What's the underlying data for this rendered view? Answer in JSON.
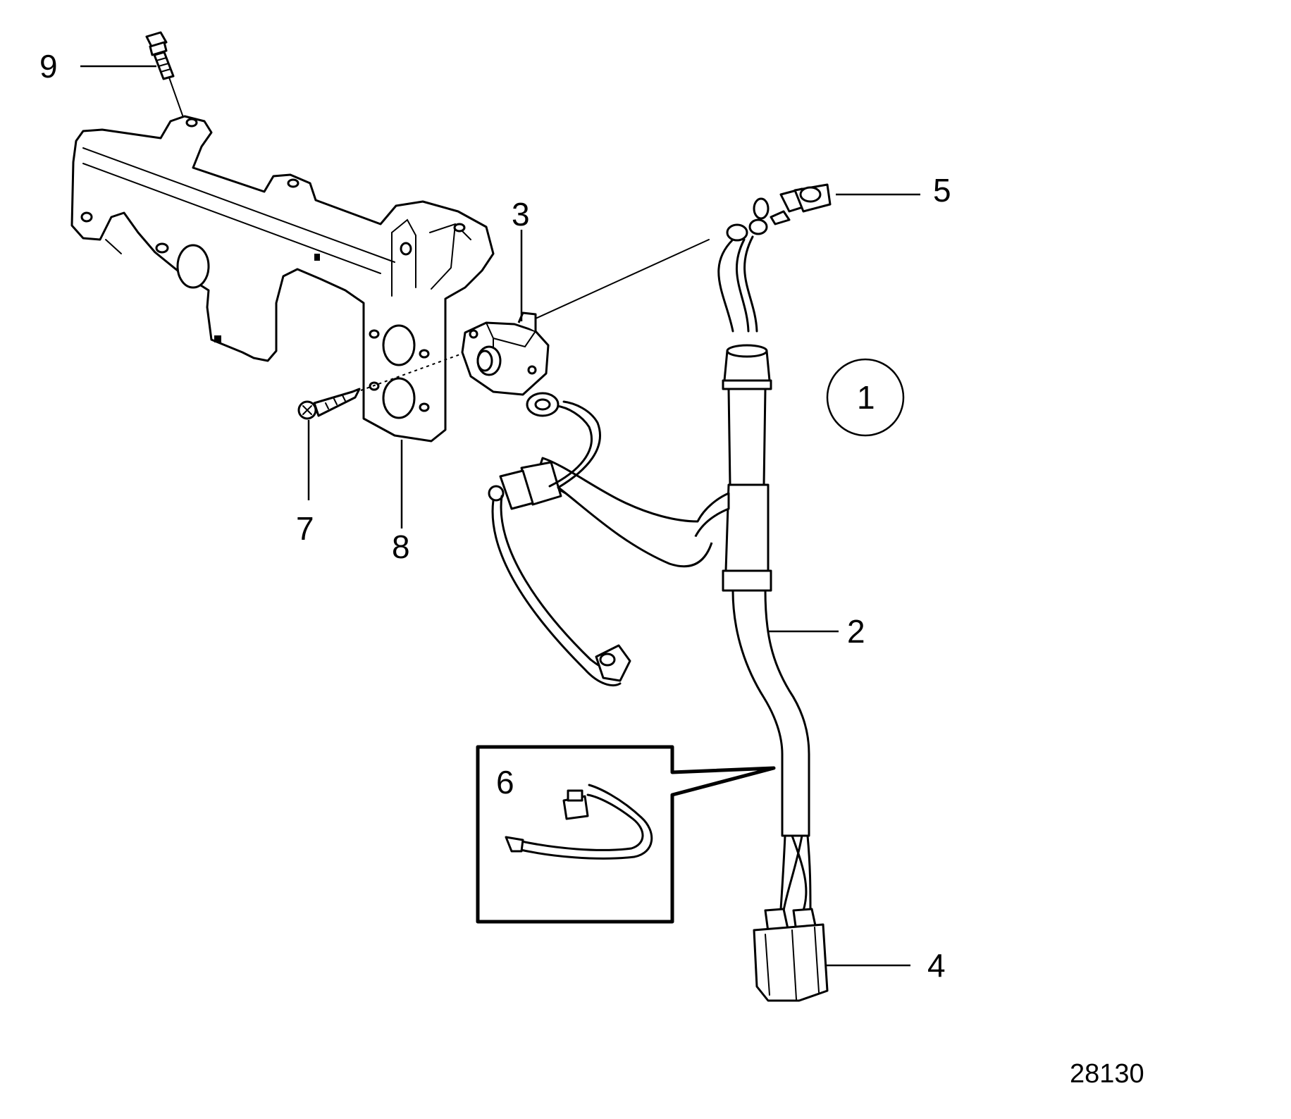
{
  "callouts": {
    "c1": "1",
    "c2": "2",
    "c3": "3",
    "c4": "4",
    "c5": "5",
    "c6": "6",
    "c7": "7",
    "c8": "8",
    "c9": "9"
  },
  "figure_number": "28130"
}
